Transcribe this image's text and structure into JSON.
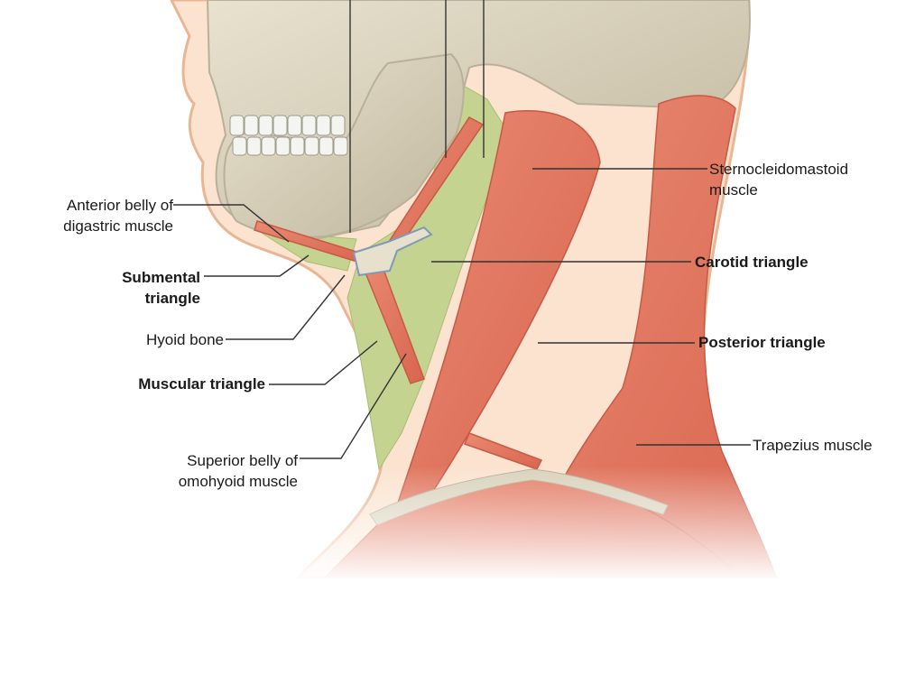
{
  "labels": {
    "anterior_digastric": [
      "Anterior belly of",
      "digastric muscle"
    ],
    "submental": [
      "Submental",
      "triangle"
    ],
    "hyoid": "Hyoid bone",
    "muscular": "Muscular triangle",
    "superior_omohyoid": [
      "Superior belly of",
      "omohyoid muscle"
    ],
    "scm": [
      "Sternocleidomastoid",
      "muscle"
    ],
    "carotid": "Carotid triangle",
    "posterior": "Posterior triangle",
    "trapezius": "Trapezius muscle"
  },
  "colors": {
    "skin": "#fbe3cf",
    "skin_edge": "#e9b694",
    "bone": "#d9d2bd",
    "bone_shade": "#b9b09a",
    "muscle": "#e07660",
    "muscle_dark": "#c85a45",
    "triangle_green": "#c4d38f",
    "leader": "#333333"
  }
}
